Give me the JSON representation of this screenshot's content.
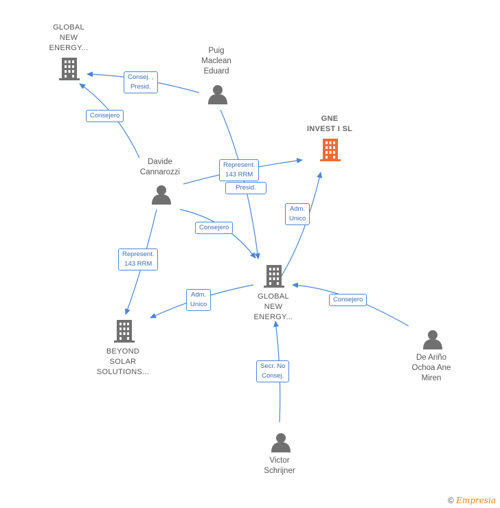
{
  "colors": {
    "edge": "#4a86d4",
    "company": "#707070",
    "company_highlight": "#f26b2d",
    "person": "#707070"
  },
  "nodes": {
    "global_top": {
      "label": "GLOBAL\nNEW\nENERGY...",
      "icon": "building-icon"
    },
    "puig": {
      "label": "Puig\nMaclean\nEduard",
      "icon": "person-icon"
    },
    "gne": {
      "label": "GNE\nINVEST I  SL",
      "icon": "building-icon"
    },
    "davide": {
      "label": "Davide\nCannarozzi",
      "icon": "person-icon"
    },
    "global_center": {
      "label": "GLOBAL\nNEW\nENERGY...",
      "icon": "building-icon"
    },
    "beyond": {
      "label": "BEYOND\nSOLAR\nSOLUTIONS...",
      "icon": "building-icon"
    },
    "dearino": {
      "label": "De Ariño\nOchoa Ane\nMiren",
      "icon": "person-icon"
    },
    "victor": {
      "label": "Victor\nSchrijner",
      "icon": "person-icon"
    }
  },
  "edges": {
    "puig_global_top": "Consej. ,\nPresid.",
    "davide_global_top": "Consejero",
    "davide_gne": "Represent.\n143 RRM",
    "puig_center": "Presid.",
    "davide_center": "Consejero",
    "center_gne": "Adm.\nUnico",
    "davide_beyond": "Represent.\n143 RRM",
    "center_beyond": "Adm.\nUnico",
    "dearino_center": "Consejero",
    "victor_center": "Secr.  No\nConsej."
  },
  "footer": {
    "copyright": "©",
    "brand": "Empresia"
  }
}
